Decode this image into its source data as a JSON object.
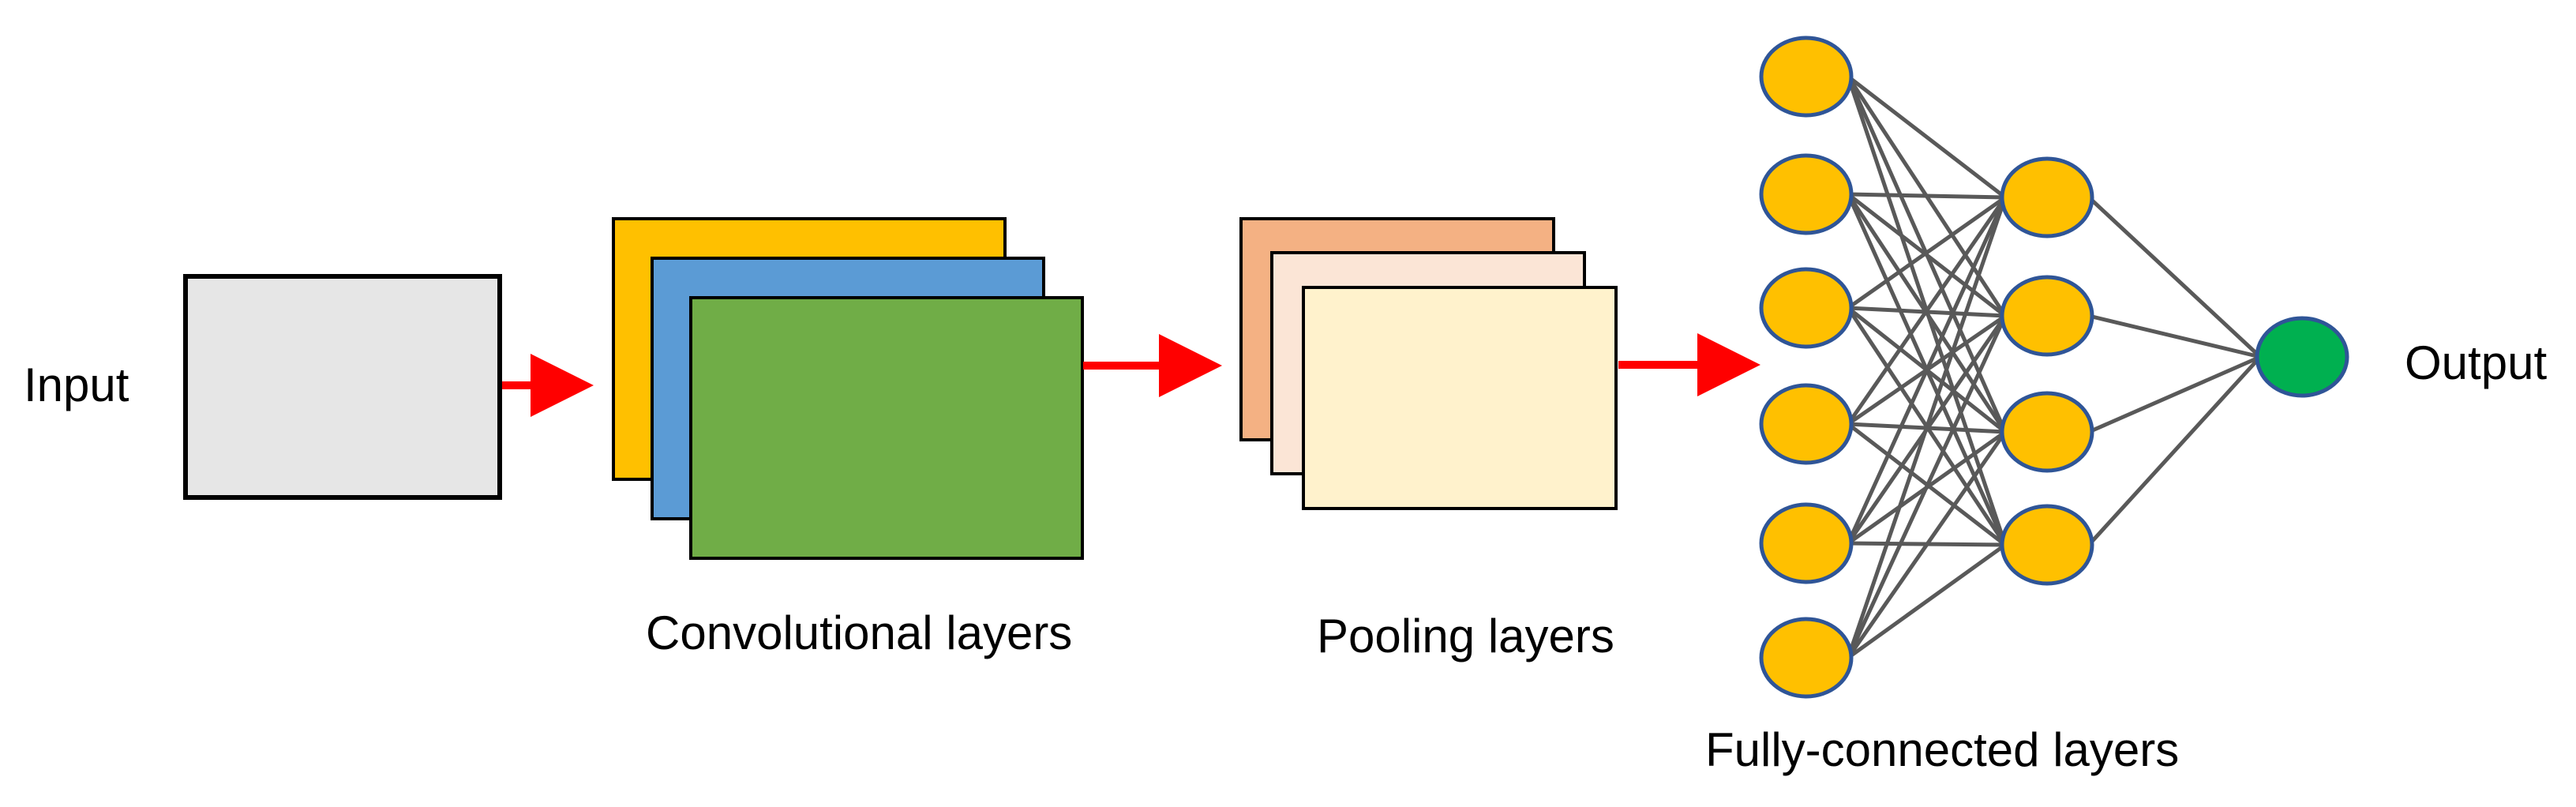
{
  "labels": {
    "input": "Input",
    "convolutional": "Convolutional layers",
    "pooling": "Pooling layers",
    "fully_connected": "Fully-connected layers",
    "output": "Output"
  },
  "colors": {
    "input_box": "#e6e6e6",
    "conv": [
      "#ffc000",
      "#5b9bd5",
      "#70ad47"
    ],
    "pool": [
      "#f4b183",
      "#fbe5d6",
      "#fff2cc"
    ],
    "neuron": "#ffc000",
    "neuron_stroke": "#2f5597",
    "output_neuron": "#00b050",
    "arrow": "#ff0000",
    "connection": "#595959"
  },
  "network": {
    "layer_sizes": [
      6,
      4,
      1
    ]
  }
}
